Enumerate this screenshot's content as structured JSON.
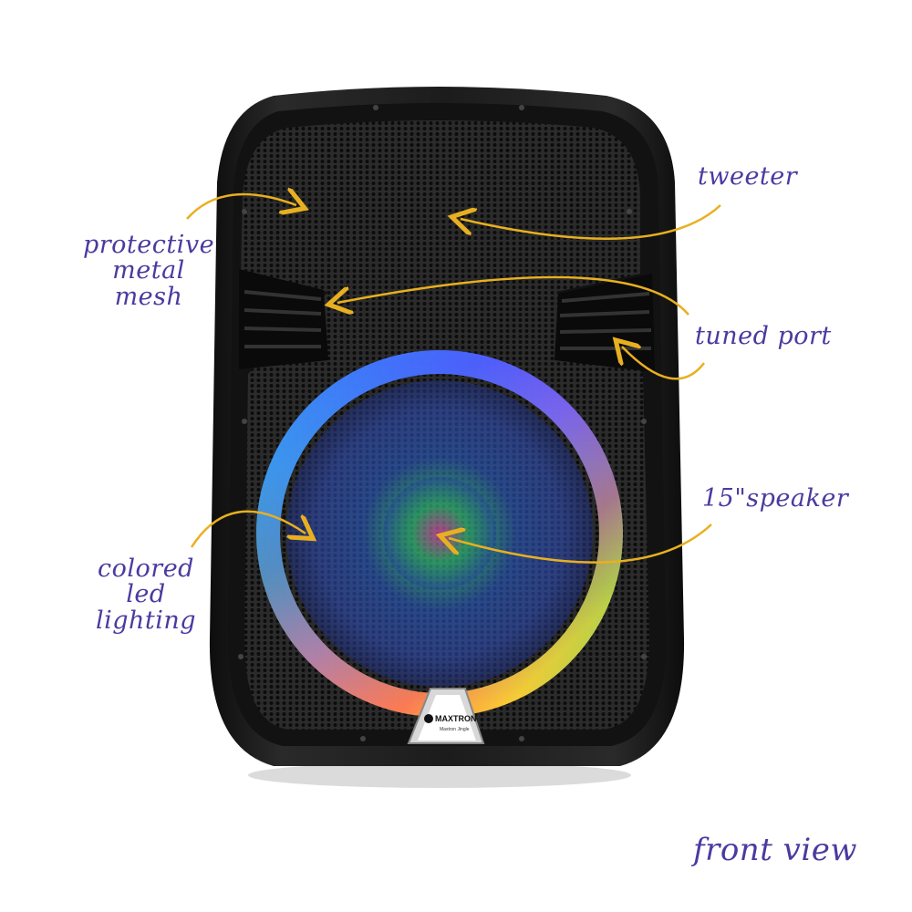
{
  "annotations": {
    "tweeter": "tweeter",
    "mesh_line1": "protective",
    "mesh_line2": "metal mesh",
    "tuned_port": "tuned port",
    "speaker": "15\"speaker",
    "led_line1": "colored led",
    "led_line2": "lighting",
    "view": "front view"
  },
  "badge": {
    "brand": "MAXTRON",
    "tagline": "Maxtron Jingle"
  },
  "colors": {
    "label_text": "#4b3aa0",
    "arrow": "#e8b020",
    "cabinet": "#1a1a1a",
    "grille": "#2a2a2a"
  },
  "icons": {
    "brand_logo": "maxtron-logo-icon",
    "arrow": "curved-arrow-icon"
  }
}
